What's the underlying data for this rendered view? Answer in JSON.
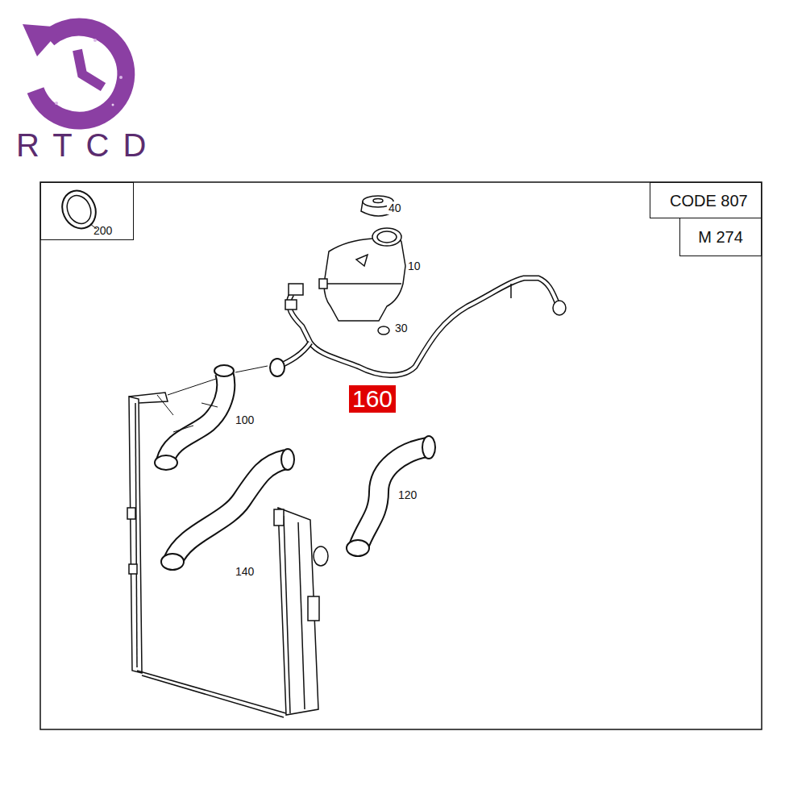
{
  "diagram": {
    "nodes": [
      {
        "text": [
          "200"
        ]
      },
      {
        "text": [
          "CODE 807"
        ]
      },
      {
        "text": [
          "M 274"
        ]
      }
    ],
    "labels": [
      "RTCD",
      "40",
      "10",
      "30",
      "160",
      "100",
      "120",
      "140"
    ]
  }
}
